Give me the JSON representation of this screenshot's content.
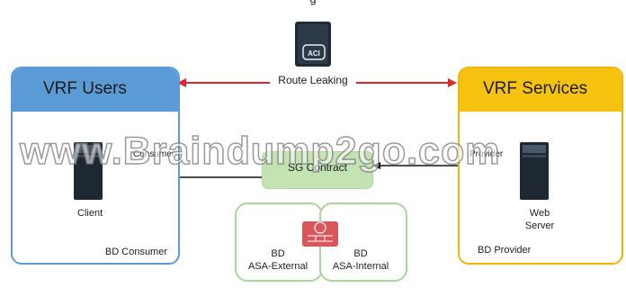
{
  "caption": "g",
  "vrf_users": {
    "title": "VRF Users",
    "bd": "BD Consumer",
    "server_label": "Client",
    "role": "Consumer"
  },
  "vrf_services": {
    "title": "VRF Services",
    "bd": "BD Provider",
    "server_label_line1": "Web",
    "server_label_line2": "Server",
    "role": "Provider"
  },
  "route_leaking": "Route Leaking",
  "aci_icon": {
    "name": "aci-icon",
    "text": "ACI"
  },
  "sg_contract": "SG Contract",
  "asa_external": {
    "line1": "BD",
    "line2": "ASA-External"
  },
  "asa_internal": {
    "line1": "BD",
    "line2": "ASA-Internal"
  },
  "watermark": "www.Braindump2go.com",
  "colors": {
    "users_accent": "#5b9bd5",
    "services_accent": "#f5c20f",
    "route_arrow": "#e0262c",
    "contract_fill": "#c4e3b3",
    "firewall": "#d9575b"
  }
}
